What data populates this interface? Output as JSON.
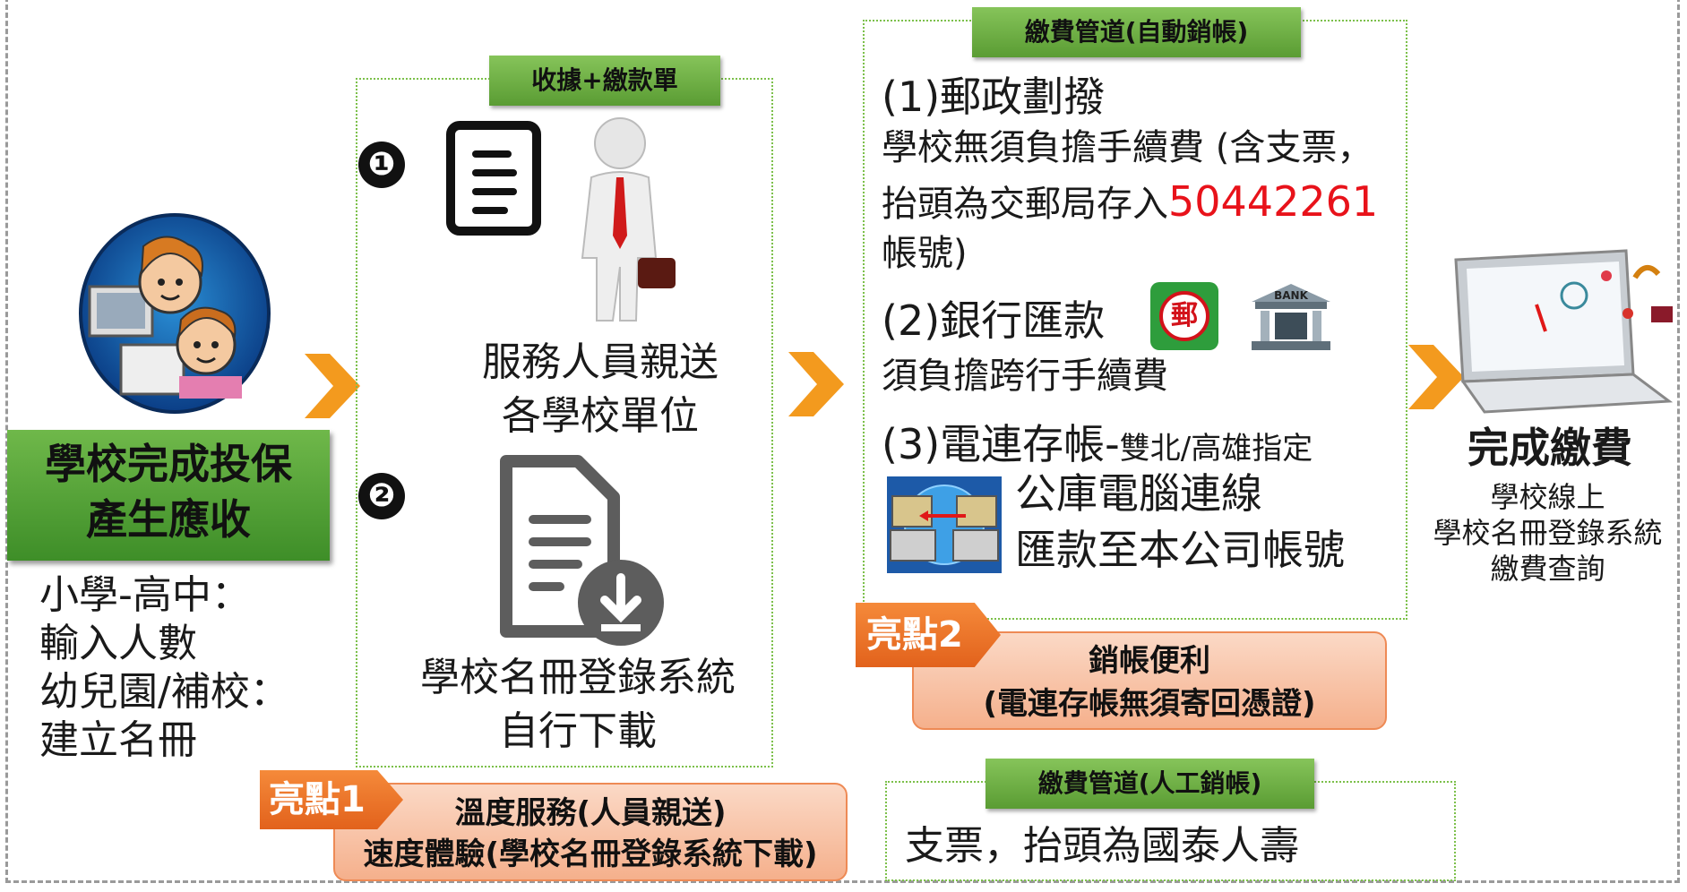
{
  "step1": {
    "title_line1": "學校完成投保",
    "title_line2": "產生應收",
    "desc": [
      "小學-高中：",
      "輸入人數",
      "幼兒園/補校：",
      "建立名冊"
    ]
  },
  "step2": {
    "header": "收據+繳款單",
    "num1": "❶",
    "num2": "❷",
    "delivery_line1": "服務人員親送",
    "delivery_line2": "各學校單位",
    "download_line1": "學校名冊登錄系統",
    "download_line2": "自行下載"
  },
  "highlight1": {
    "badge": "亮點1",
    "line1": "溫度服務(人員親送)",
    "line2": "速度體驗(學校名冊登錄系統下載)"
  },
  "step3": {
    "header": "繳費管道(自動銷帳)",
    "postal_title": "(1)郵政劃撥",
    "postal_l1": "學校無須負擔手續費 (含支票，",
    "postal_l2_a": "抬頭為交郵局存入",
    "postal_l2_num": "50442261",
    "postal_l3": "帳號)",
    "bank_title": "(2)銀行匯款",
    "bank_desc": "須負擔跨行手續費",
    "bank_icon_text": "BANK",
    "post_icon_glyph": "郵",
    "wire_title_a": "(3)電連存帳-",
    "wire_title_b": "雙北/高雄指定",
    "wire_l1": "公庫電腦連線",
    "wire_l2": "匯款至本公司帳號"
  },
  "highlight2": {
    "badge": "亮點2",
    "line1": "銷帳便利",
    "line2": "(電連存帳無須寄回憑證)"
  },
  "manual": {
    "header": "繳費管道(人工銷帳)",
    "text": "支票，抬頭為國泰人壽"
  },
  "step4": {
    "title": "完成繳費",
    "l1": "學校線上",
    "l2": "學校名冊登錄系統",
    "l3": "繳費查詢"
  },
  "colors": {
    "green": "#5a9c33",
    "orange": "#e2621c",
    "pink": "#f5b08c",
    "red_number": "#e8121a"
  }
}
